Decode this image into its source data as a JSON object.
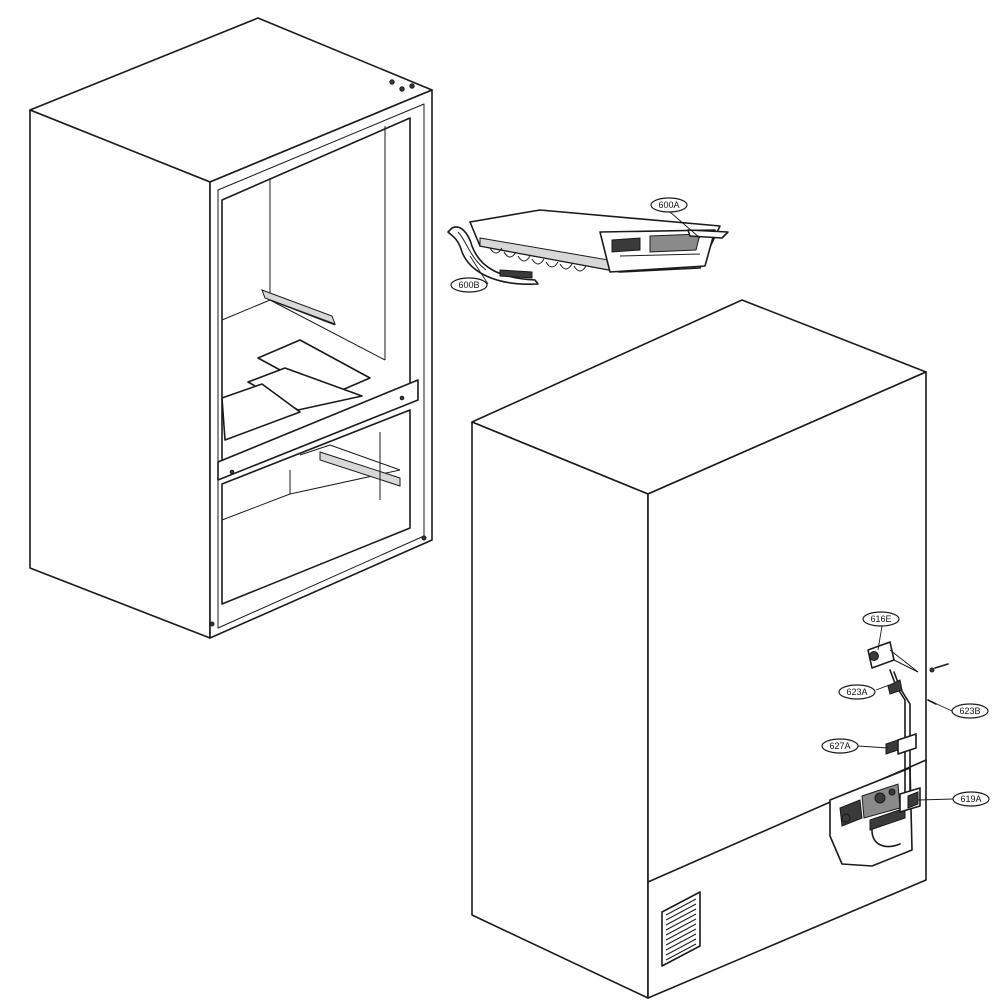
{
  "callouts": [
    {
      "id": "600A",
      "label": "600A"
    },
    {
      "id": "600B",
      "label": "600B"
    },
    {
      "id": "616E",
      "label": "616E"
    },
    {
      "id": "623A",
      "label": "623A"
    },
    {
      "id": "623B",
      "label": "623B"
    },
    {
      "id": "627A",
      "label": "627A"
    },
    {
      "id": "619A",
      "label": "619A"
    }
  ],
  "colors": {
    "line": "#1a1a1a",
    "background": "#ffffff"
  },
  "icons": [
    "refrigerator-cabinet-front",
    "ice-maker-assembly",
    "refrigerator-cabinet-rear",
    "water-valve-tubing",
    "vent-grille"
  ]
}
